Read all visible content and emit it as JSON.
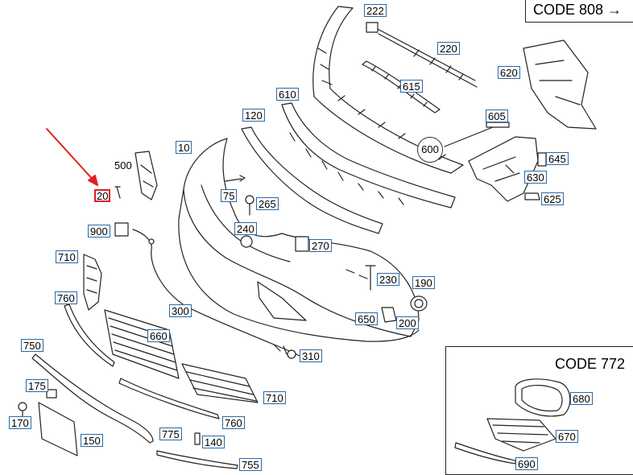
{
  "codes": {
    "code808": "CODE 808 →",
    "code772": "CODE 772"
  },
  "parts": {
    "p10": "10",
    "p20": "20",
    "p75": "75",
    "p120": "120",
    "p140": "140",
    "p150": "150",
    "p170": "170",
    "p175": "175",
    "p190": "190",
    "p200": "200",
    "p220": "220",
    "p222": "222",
    "p230": "230",
    "p240": "240",
    "p265": "265",
    "p270": "270",
    "p300": "300",
    "p310": "310",
    "p500": "500",
    "p600": "600",
    "p605": "605",
    "p610": "610",
    "p615": "615",
    "p620": "620",
    "p625": "625",
    "p630": "630",
    "p645": "645",
    "p650": "650",
    "p660": "660",
    "p670": "670",
    "p680": "680",
    "p690": "690",
    "p710a": "710",
    "p710b": "710",
    "p750": "750",
    "p755": "755",
    "p760a": "760",
    "p760b": "760",
    "p775": "775",
    "p900": "900"
  },
  "colors": {
    "label_border": "#2a6aa8",
    "highlight": "#e02020",
    "line": "#222222"
  }
}
